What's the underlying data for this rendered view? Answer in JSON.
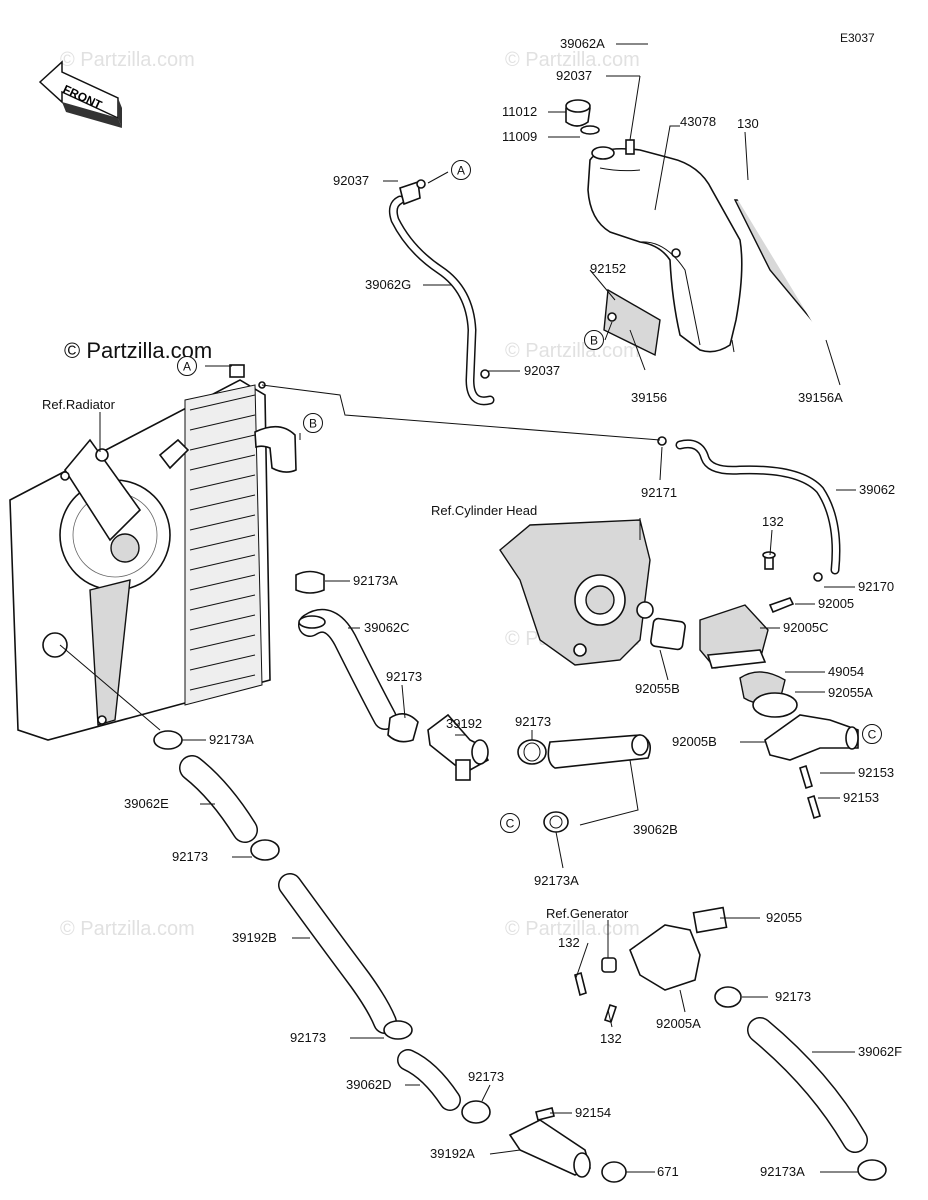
{
  "diagram_code": "E3037",
  "front_label": "FRONT",
  "copyright": "© Partzilla.com",
  "watermark": "© Partzilla.com",
  "refs": {
    "radiator": "Ref.Radiator",
    "cylinder_head": "Ref.Cylinder Head",
    "generator": "Ref.Generator"
  },
  "callouts": {
    "a1": "A",
    "a2": "A",
    "b1": "B",
    "b2": "B",
    "c1": "C",
    "c2": "C"
  },
  "parts": {
    "p39062A": "39062A",
    "p92037_top": "92037",
    "p11012": "11012",
    "p11009": "11009",
    "p43078": "43078",
    "p130": "130",
    "p92037_left": "92037",
    "p39062G": "39062G",
    "p92152": "92152",
    "p92037_low": "92037",
    "p39156": "39156",
    "p39156A": "39156A",
    "p92171": "92171",
    "p39062": "39062",
    "p132_a": "132",
    "p92170": "92170",
    "p92005": "92005",
    "p92005C": "92005C",
    "p92055B": "92055B",
    "p49054": "49054",
    "p92055A": "92055A",
    "p92005B": "92005B",
    "p92153_a": "92153",
    "p92153_b": "92153",
    "p92173A_top": "92173A",
    "p39062C": "39062C",
    "p92173_mid": "92173",
    "p39192": "39192",
    "p92173_mid2": "92173",
    "p92173A_left": "92173A",
    "p39062E": "39062E",
    "p39062B": "39062B",
    "p92173A_mid": "92173A",
    "p92173_left": "92173",
    "p39192B": "39192B",
    "p92055": "92055",
    "p132_b": "132",
    "p132_c": "132",
    "p92005A": "92005A",
    "p92173_gen": "92173",
    "p92173_low": "92173",
    "p39062F": "39062F",
    "p39062D": "39062D",
    "p92173_bot": "92173",
    "p92154": "92154",
    "p39192A": "39192A",
    "p671": "671",
    "p92173A_bot": "92173A"
  }
}
